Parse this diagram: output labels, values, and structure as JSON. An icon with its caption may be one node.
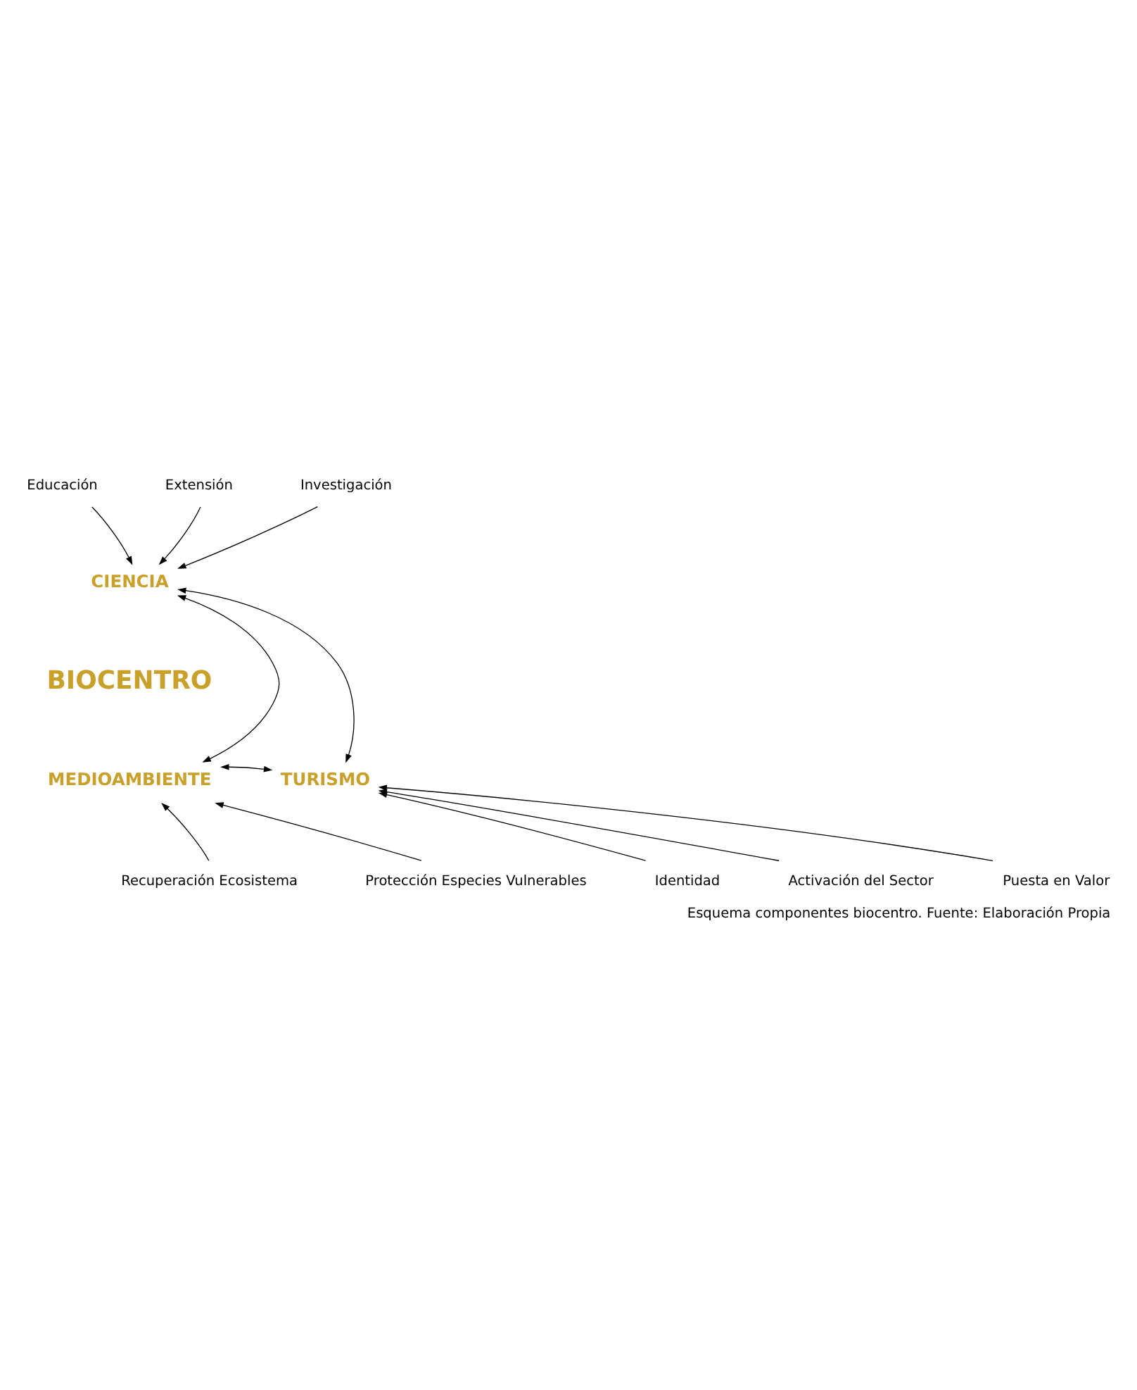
{
  "diagram": {
    "caption": "Esquema componentes biocentro. Fuente: Elaboración Propia",
    "nodes": [
      {
        "text": [
          "Educación"
        ]
      },
      {
        "text": [
          "Extensión"
        ]
      },
      {
        "text": [
          "Investigación"
        ]
      },
      {
        "text": [
          "CIENCIA"
        ]
      },
      {
        "text": [
          "MEDIOAMBIENTE"
        ]
      },
      {
        "text": [
          "TURISMO"
        ]
      },
      {
        "text": [
          "Recuperación Ecosistema"
        ]
      },
      {
        "text": [
          "Protección Especies Vulnerables"
        ]
      },
      {
        "text": [
          "Identidad"
        ]
      },
      {
        "text": [
          "Activación del Sector"
        ]
      },
      {
        "text": [
          "Puesta en Valor"
        ]
      }
    ],
    "edges": [
      {
        "from": 0,
        "to": 3,
        "arrow": "to"
      },
      {
        "from": 1,
        "to": 3,
        "arrow": "to"
      },
      {
        "from": 2,
        "to": 3,
        "arrow": "to"
      },
      {
        "from": 3,
        "to": 4,
        "arrow": "both"
      },
      {
        "from": 3,
        "to": 5,
        "arrow": "both"
      },
      {
        "from": 4,
        "to": 5,
        "arrow": "both"
      },
      {
        "from": 6,
        "to": 4,
        "arrow": "to"
      },
      {
        "from": 7,
        "to": 4,
        "arrow": "to"
      },
      {
        "from": 8,
        "to": 5,
        "arrow": "to"
      },
      {
        "from": 9,
        "to": 5,
        "arrow": "to"
      },
      {
        "from": 10,
        "to": 5,
        "arrow": "to"
      }
    ],
    "labels": [
      "BIOCENTRO"
    ]
  }
}
